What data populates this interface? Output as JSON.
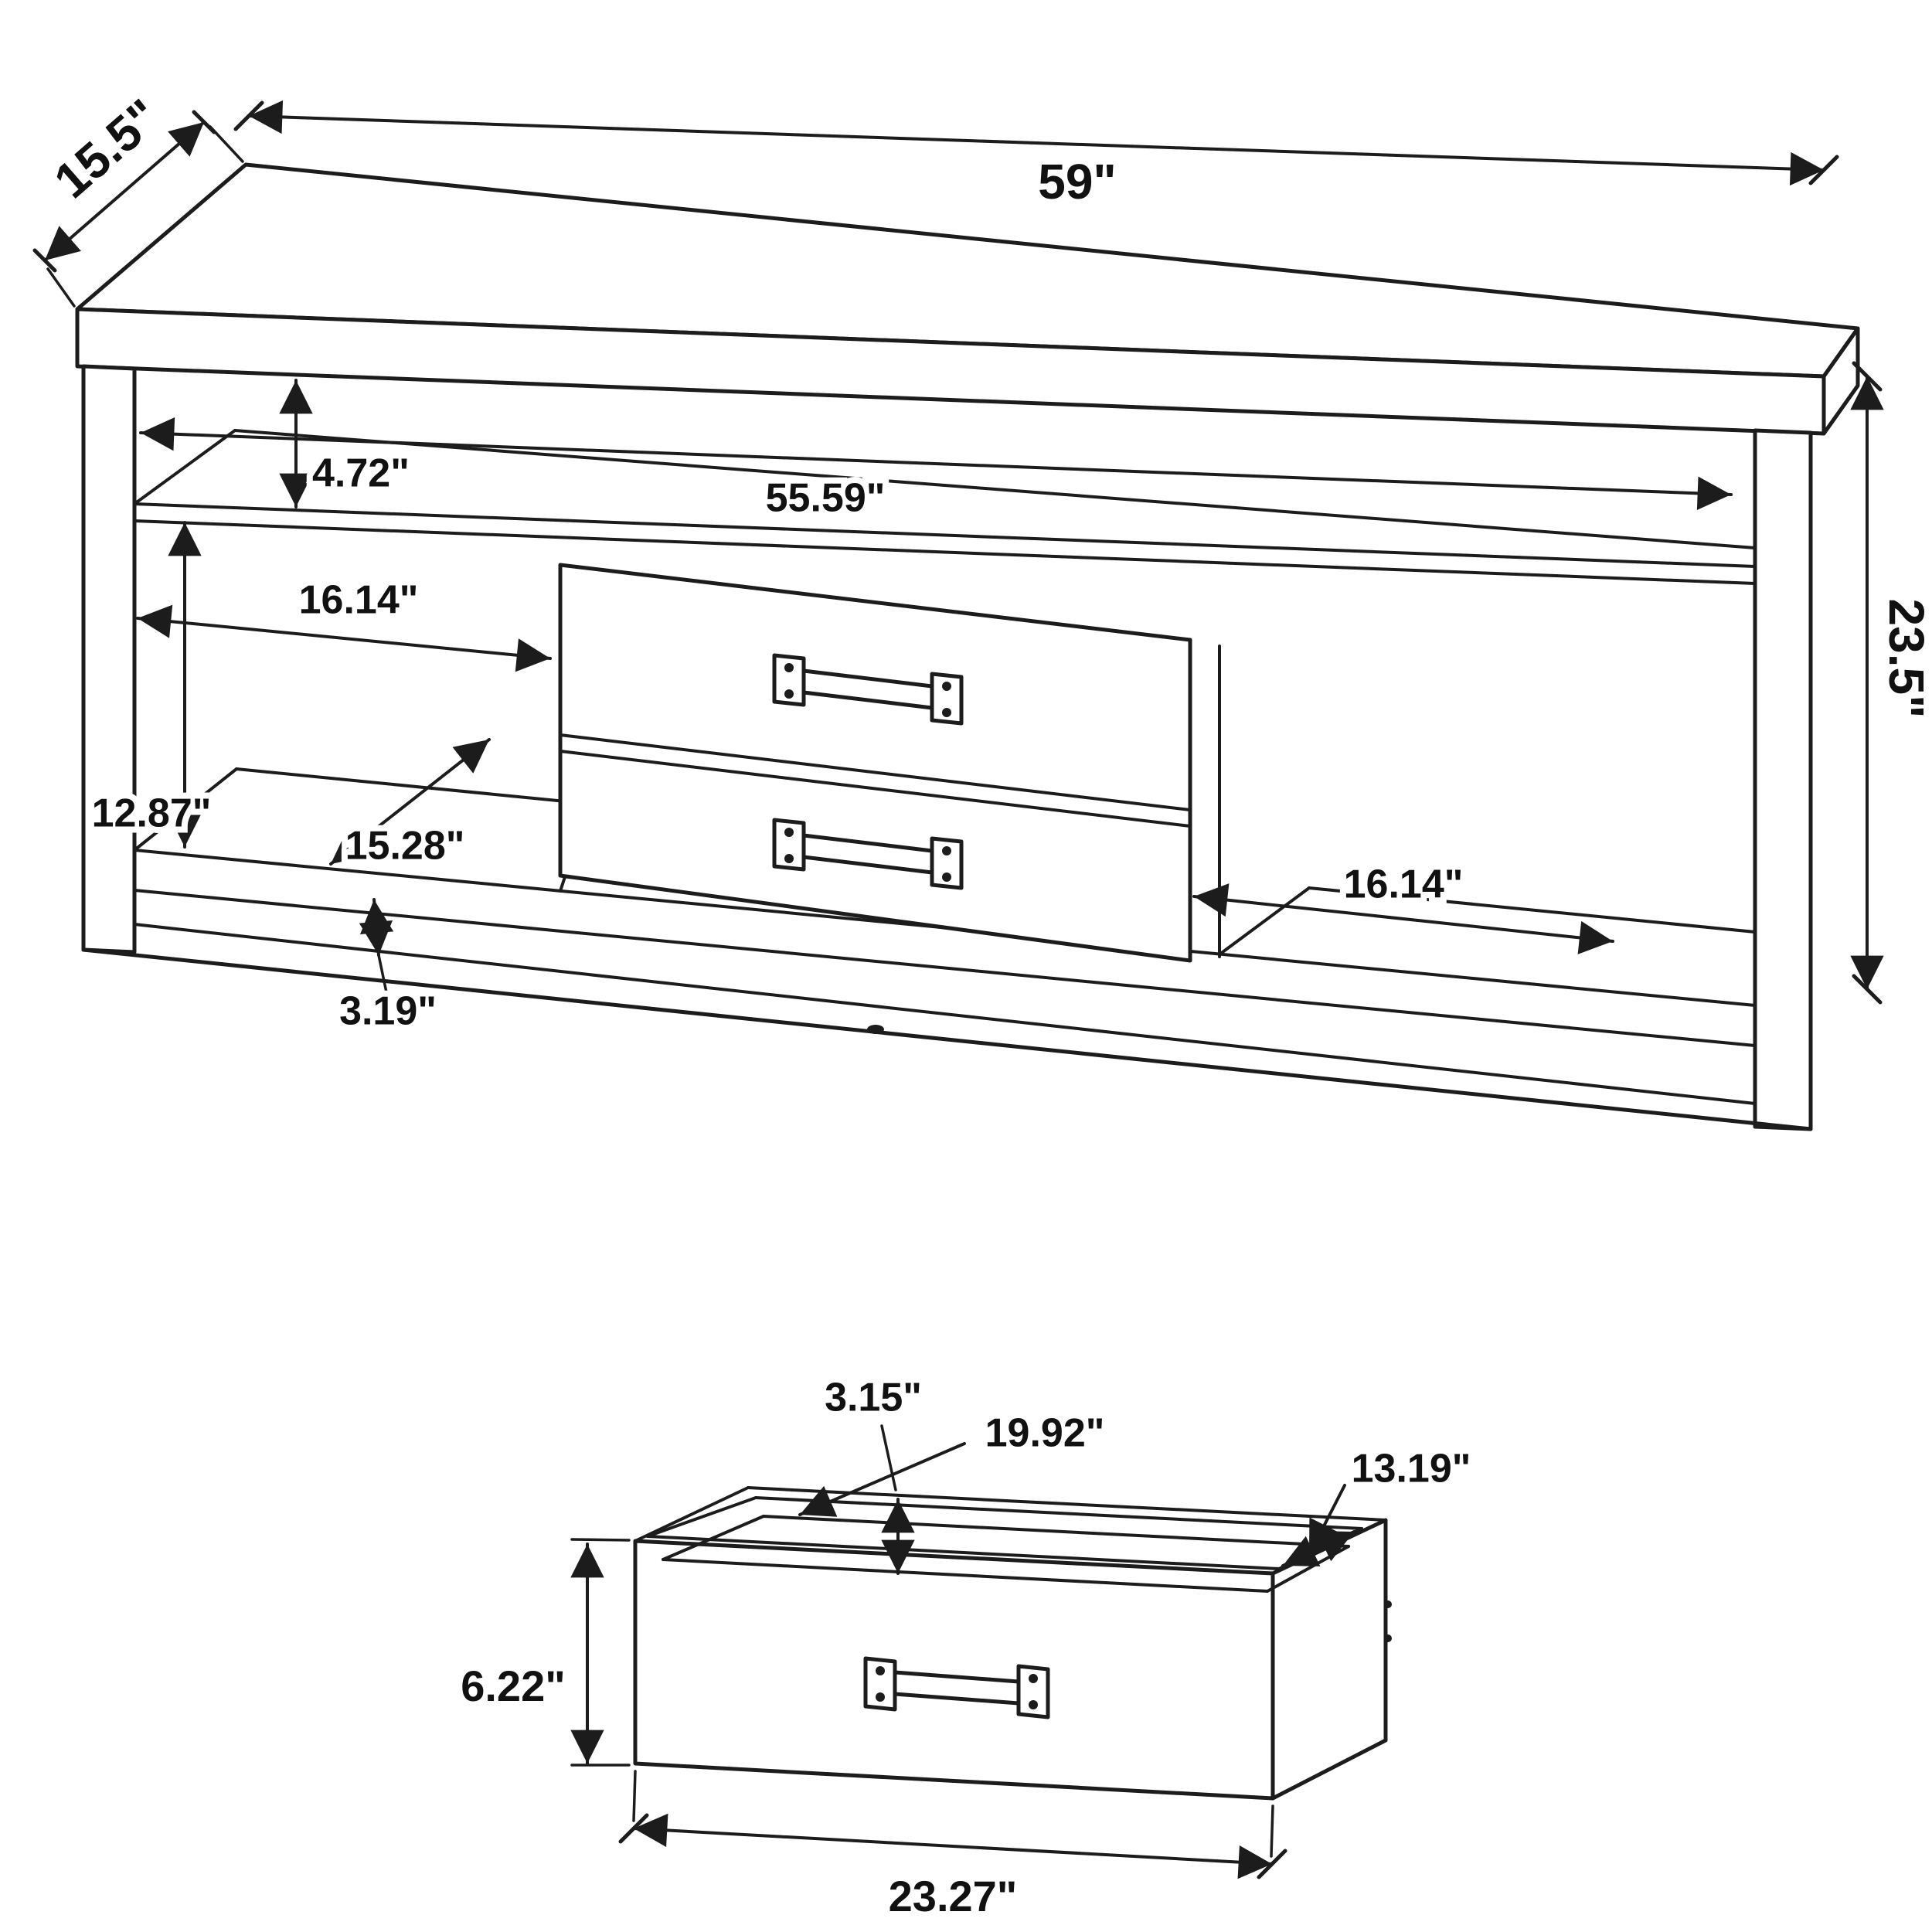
{
  "colors": {
    "line": "#1c1c1c",
    "background": "#ffffff"
  },
  "dims": {
    "main": {
      "depth": "15.5\"",
      "overall_width": "59\"",
      "shelf_opening_height": "4.72\"",
      "interior_width": "55.59\"",
      "left_opening_width": "16.14\"",
      "left_opening_height": "12.87\"",
      "opening_depth": "15.28\"",
      "base_clearance": "3.19\"",
      "right_opening_width": "16.14\"",
      "overall_height": "23.5\""
    },
    "drawer": {
      "interior_height": "3.15\"",
      "interior_width": "19.92\"",
      "interior_depth": "13.19\"",
      "front_height": "6.22\"",
      "front_width": "23.27\""
    }
  }
}
